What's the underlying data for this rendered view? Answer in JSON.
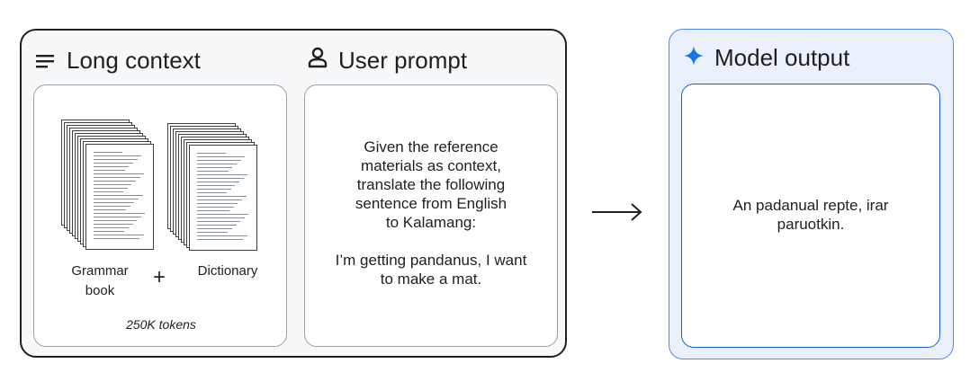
{
  "long_context": {
    "title": "Long context",
    "icon": "lines-menu-icon",
    "grammar_label_line1": "Grammar",
    "grammar_label_line2": "book",
    "plus": "+",
    "dictionary_label": "Dictionary",
    "tokens": "250K tokens"
  },
  "user_prompt": {
    "title": "User prompt",
    "icon": "person-icon",
    "lines": [
      "Given the reference",
      "materials as context,",
      "translate the following",
      "sentence from English",
      "to Kalamang:"
    ],
    "sentence_lines": [
      "I’m getting pandanus, I want",
      "to make a mat."
    ]
  },
  "model_output": {
    "title": "Model output",
    "icon": "sparkle-icon",
    "accent": "#1a73e8",
    "lines": [
      "An padanual repte, irar",
      "paruotkin."
    ]
  },
  "colors": {
    "panel_bg": "#f7f8fa",
    "output_bg": "#eaf1fd",
    "output_border": "#4a8af4"
  }
}
